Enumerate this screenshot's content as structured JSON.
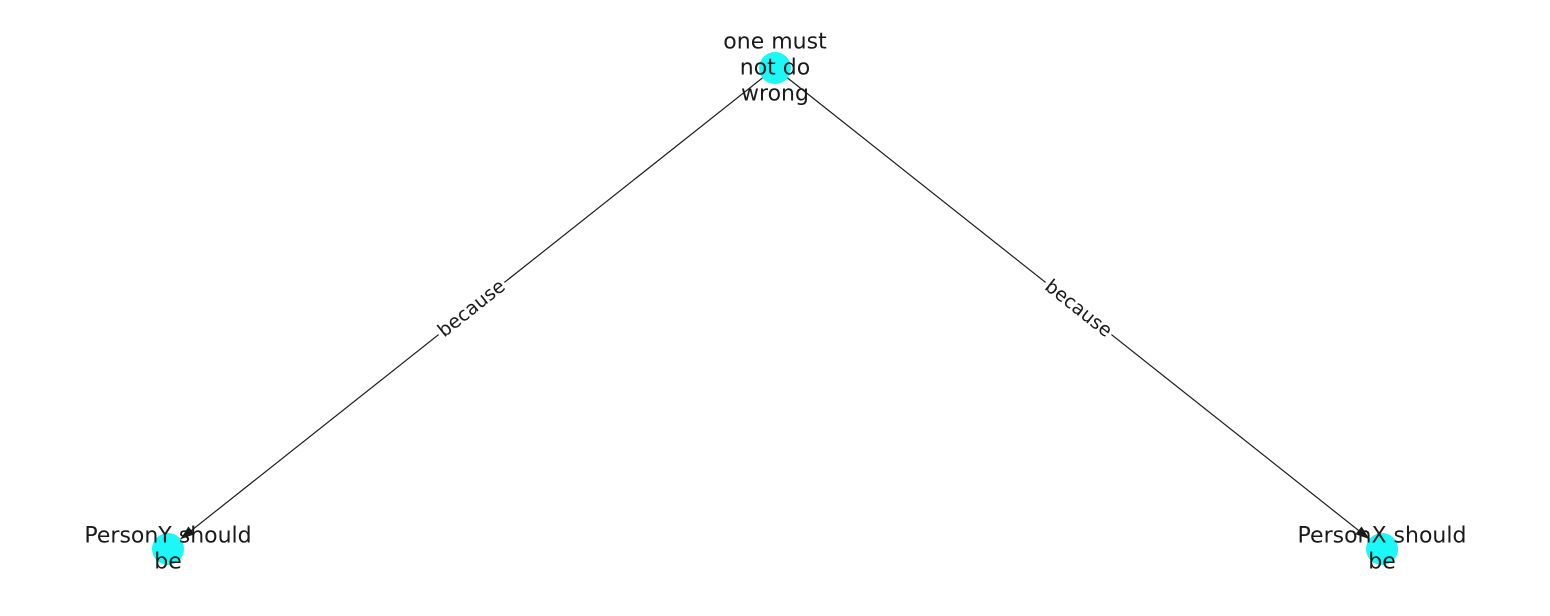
{
  "node_color": "#1cf8f8",
  "nodes": [
    {
      "id": "top",
      "label_lines": [
        "one must",
        "not do",
        "wrong"
      ]
    },
    {
      "id": "left",
      "label_lines": [
        "PersonY should",
        "be"
      ]
    },
    {
      "id": "right",
      "label_lines": [
        "PersonX should",
        "be"
      ]
    }
  ],
  "edges": [
    {
      "from": "top",
      "to": "left",
      "label": "because"
    },
    {
      "from": "top",
      "to": "right",
      "label": "because"
    }
  ]
}
